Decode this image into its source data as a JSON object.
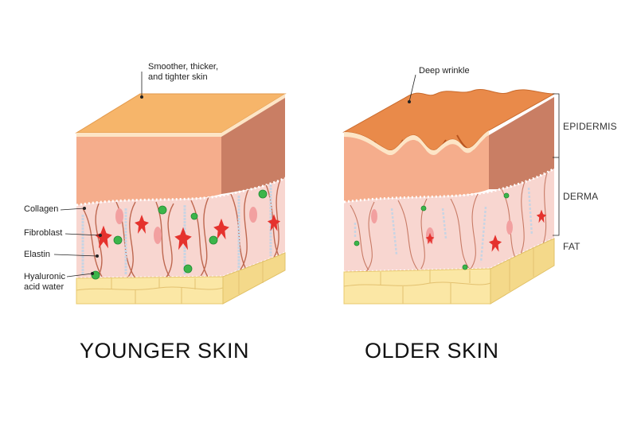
{
  "labels": {
    "younger_callout": [
      "Smoother, thicker,",
      "and tighter skin"
    ],
    "older_callout": "Deep wrinkle",
    "left_parts": {
      "collagen": "Collagen",
      "fibroblast": "Fibroblast",
      "elastin": "Elastin",
      "hyaluronic": [
        "Hyaluronic",
        "acid water"
      ]
    },
    "layers": {
      "epidermis": "EPIDERMIS",
      "derma": "DERMA",
      "fat": "FAT"
    }
  },
  "captions": {
    "younger": "YOUNGER SKIN",
    "older": "OLDER SKIN"
  },
  "colors": {
    "top_young": "#f6b56a",
    "top_old": "#e98a4a",
    "epidermis_front": "#f5ad8c",
    "epidermis_side": "#c97e64",
    "derma": "#f8d6d0",
    "fat": "#fbe7a5",
    "fiber": "#b4553a",
    "fibroblast": "#e5322d",
    "hyaluronic": "#3cb54a",
    "elastin": "#e7edf5"
  }
}
